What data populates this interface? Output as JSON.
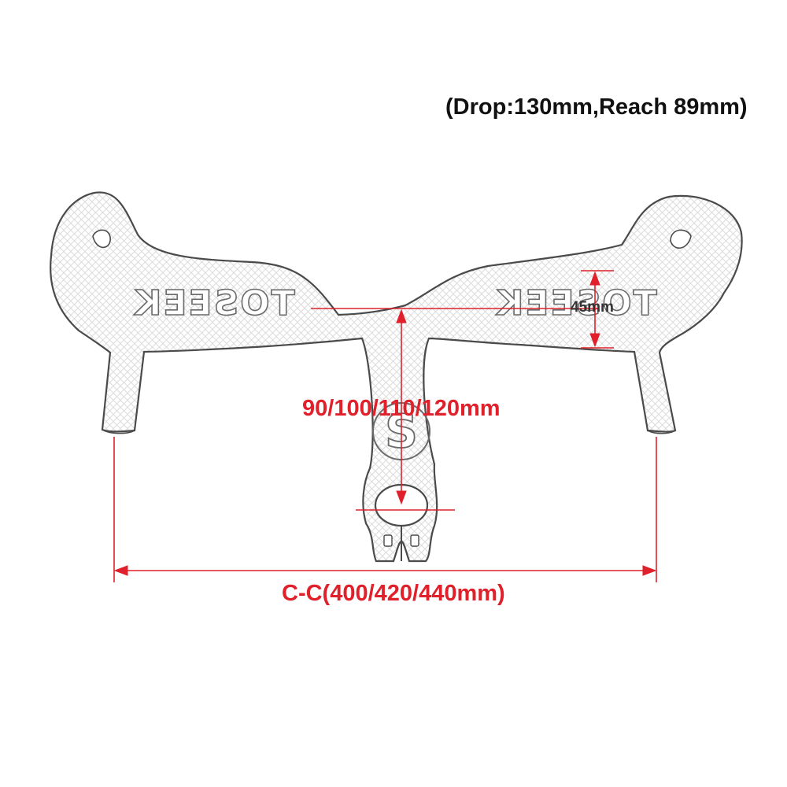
{
  "header_note": "(Drop:130mm,Reach 89mm)",
  "dimensions": {
    "stem_length": "90/100/110/120mm",
    "rise": "45mm",
    "center_to_center": "C-C(400/420/440mm)"
  },
  "logo": {
    "bar_lettering": "TOSEEK",
    "stem_mark": "S"
  },
  "colors": {
    "dimension_red": "#e0202a",
    "outline": "#4a4a4a",
    "text_dark": "#111111"
  }
}
